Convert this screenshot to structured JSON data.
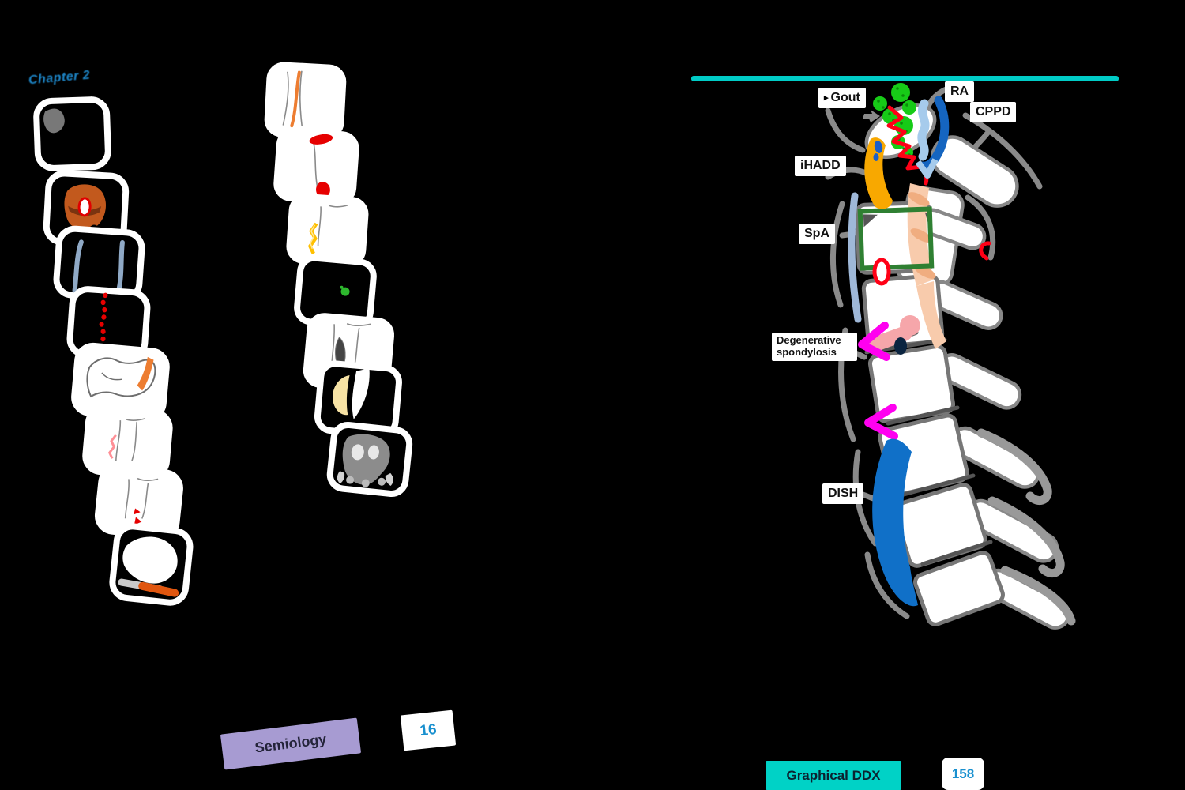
{
  "chapter": {
    "label": "Chapter 2"
  },
  "icons": {
    "arrow_right": "▸"
  },
  "left_page": {
    "footer_tab": "Semiology",
    "page_number": "16",
    "thumbnails": {
      "column1": [
        "focal-gray-lesion",
        "orange-mass-with-target",
        "paired-blue-paraspinal-lines",
        "red-dotted-serpentine-line",
        "axial-vertebra-orange-streak",
        "sagittal-vertebra-pink-cleft",
        "sagittal-vertebra-red-fragments",
        "axial-vertebra-orange-base-streak"
      ],
      "column2": [
        "orange-anterior-line",
        "red-endplate-lesions",
        "yellow-jagged-line",
        "green-focus",
        "dark-central-cleft",
        "yellow-crescent-white-wedge",
        "gray-axial-vertebra"
      ]
    }
  },
  "right_page": {
    "labels": {
      "gout": "Gout",
      "ra": "RA",
      "cppd": "CPPD",
      "ihadd": "iHADD",
      "spa": "SpA",
      "degenerative": "Degenerative spondylosis",
      "dish": "DISH"
    },
    "footer_tab": "Graphical DDX",
    "page_number": "158"
  },
  "palette": {
    "background": "#000000",
    "accent_teal": "#00cbc6",
    "tab_purple": "#a79bd2",
    "page_number_blue": "#1990cf",
    "chapter_blue": "#1d86c8",
    "gout_green": "#17cb17",
    "ra_red": "#ff0016",
    "cppd_dark_blue": "#1565c0",
    "cppd_light_blue": "#a6cbec",
    "ihadd_orange": "#f8a800",
    "spa_green": "#2f8032",
    "spa_strip_blue": "#9fb8d8",
    "degenerative_magenta": "#ff00f0",
    "disc_pink": "#f6a6aa",
    "calcification_navy": "#0a2440",
    "dish_blue": "#1070c8",
    "ligament_peach": "#f8cbac",
    "bone_outline_gray": "#888888"
  }
}
